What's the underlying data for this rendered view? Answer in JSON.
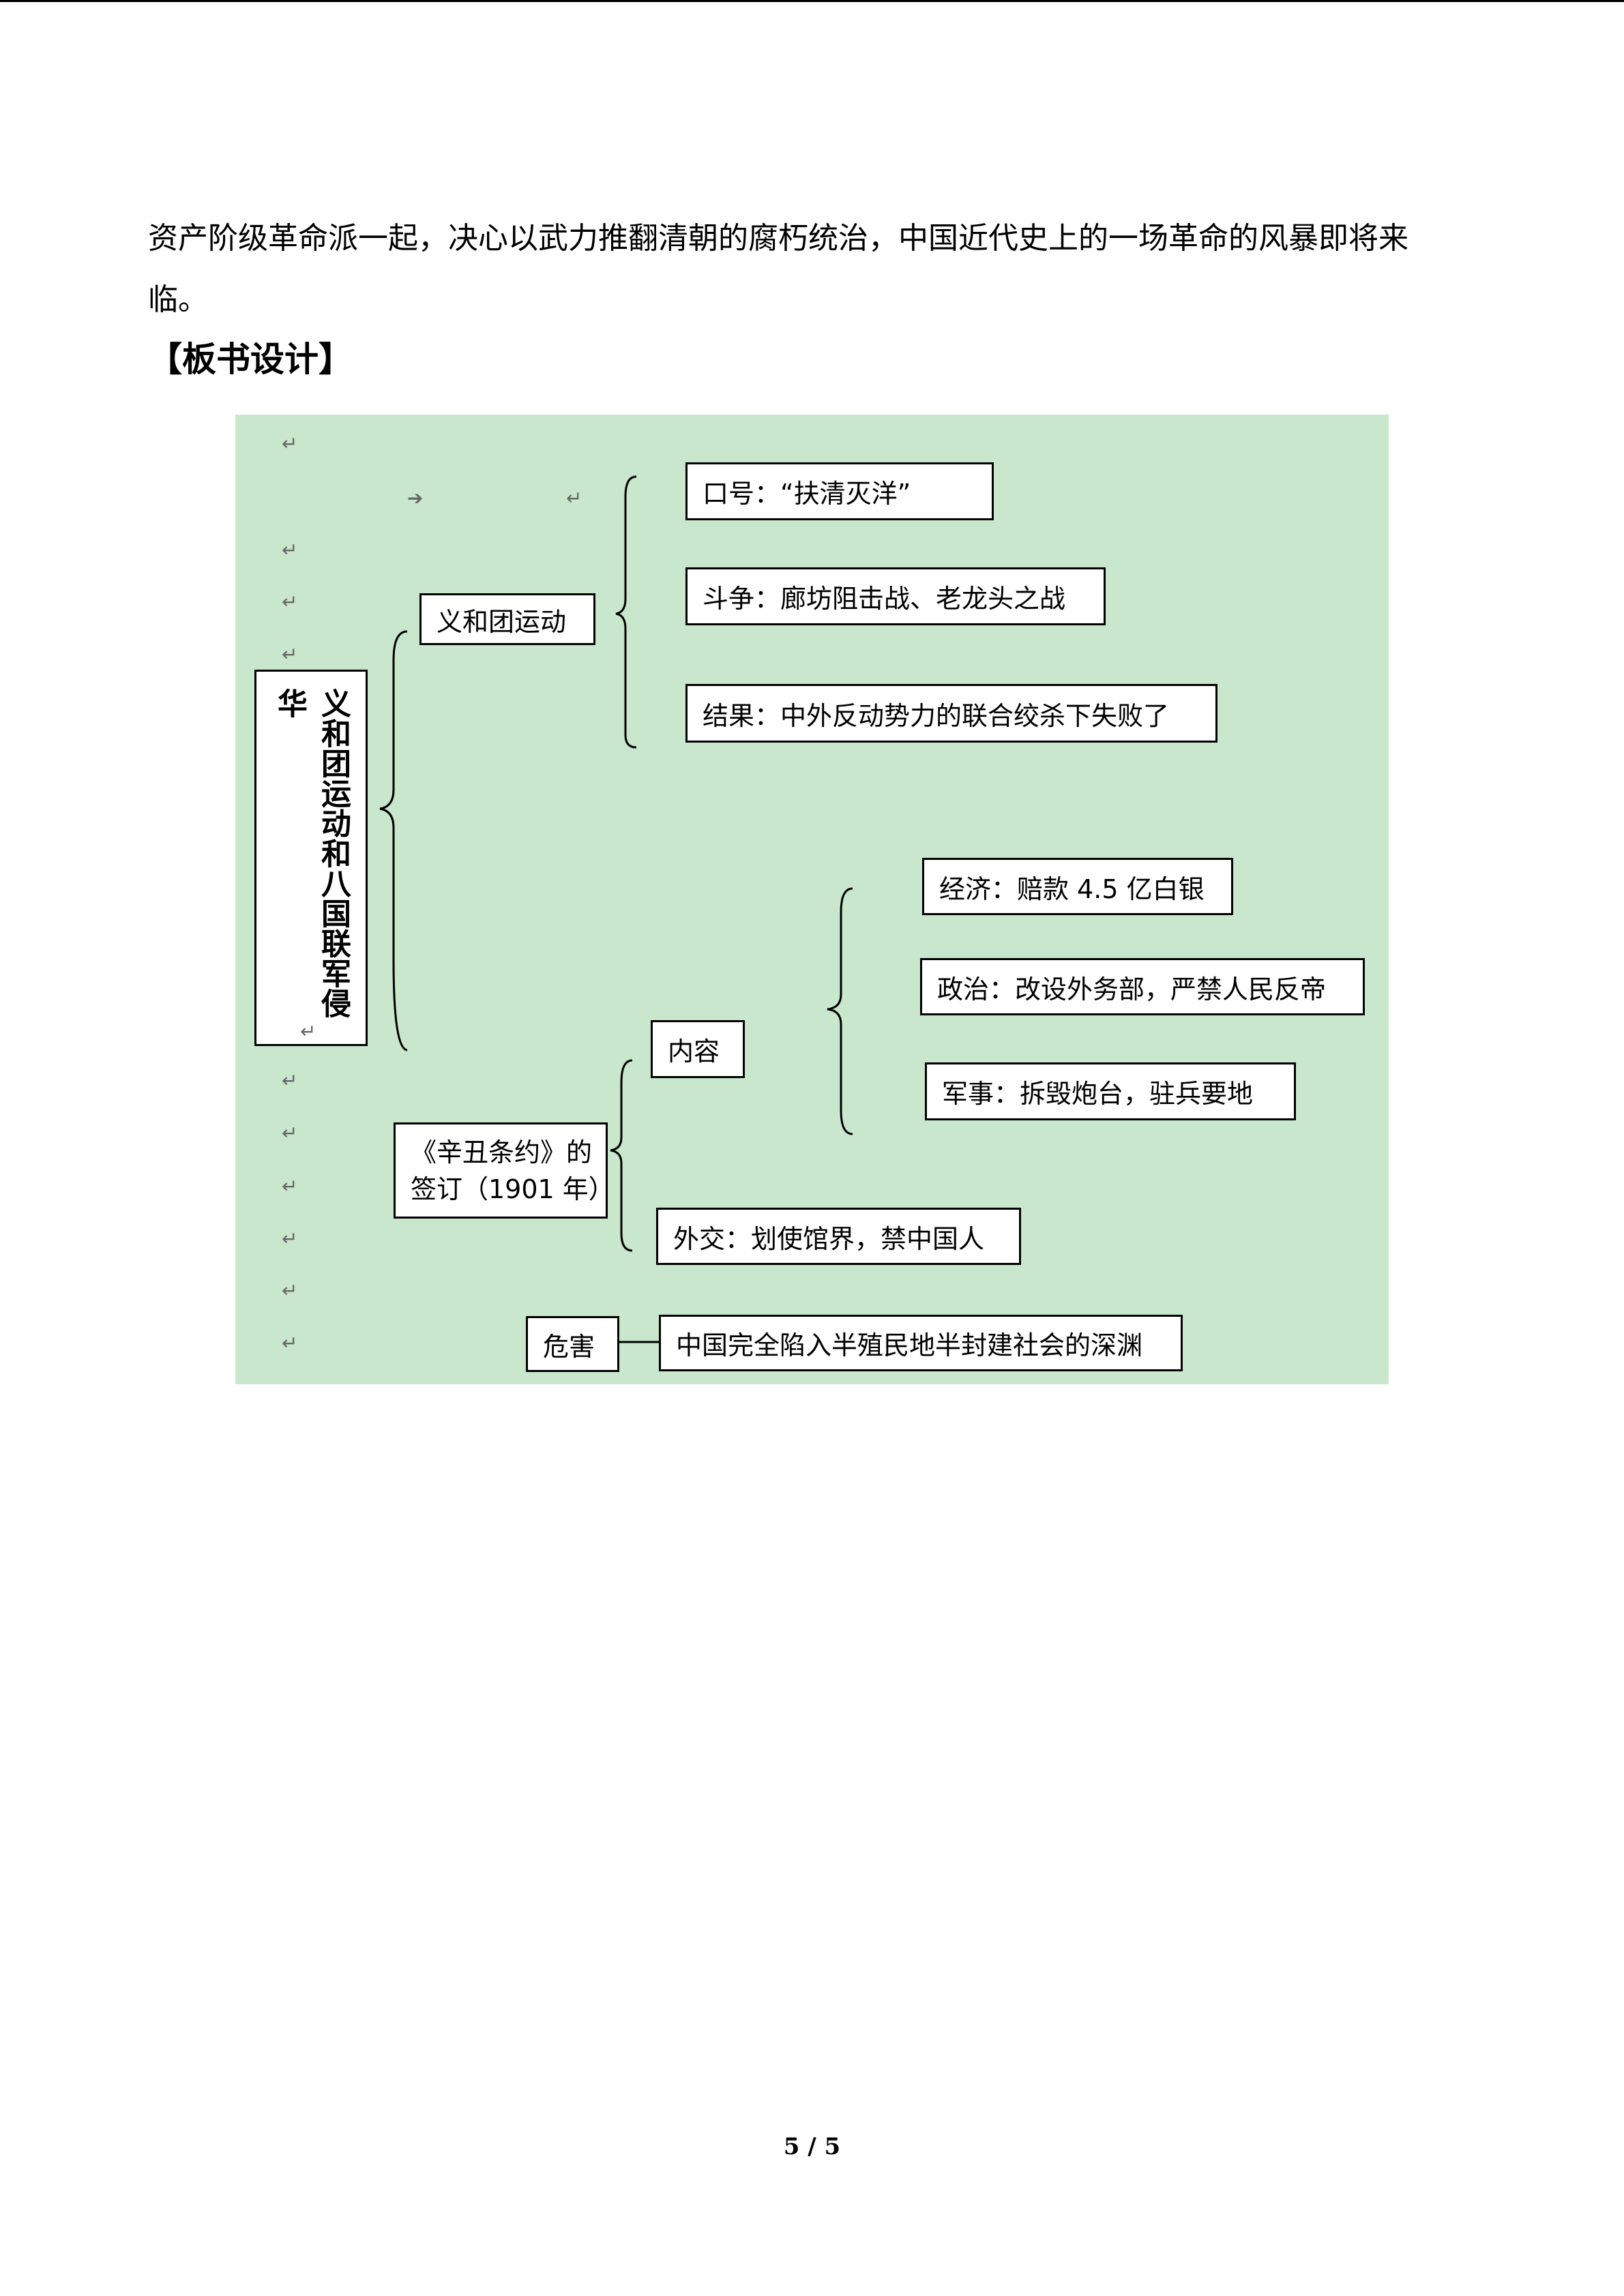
{
  "body_text": "资产阶级革命派一起，决心以武力推翻清朝的腐朽统治，中国近代史上的一场革命的风暴即将来临。",
  "section_heading": "【板书设计】",
  "diagram": {
    "root": "义和团运动和八国联军侵华",
    "branch_1": {
      "label": "义和团运动",
      "items": [
        "口号：“扶清灭洋”",
        "斗争：廊坊阻击战、老龙头之战",
        "结果：中外反动势力的联合绞杀下失败了"
      ]
    },
    "branch_2": {
      "label": "《辛丑条约》的签订（1901年）",
      "label_line1": "《辛丑条约》的",
      "label_line2": "签订（1901 年）",
      "content": {
        "label": "内容",
        "items": [
          "经济：赔款 4.5 亿白银",
          "政治：改设外务部，严禁人民反帝",
          "军事：拆毁炮台，驻兵要地"
        ]
      },
      "diplomacy": "外交：划使馆界，禁中国人"
    },
    "harm": {
      "label": "危害",
      "text": "中国完全陷入半殖民地半封建社会的深渊"
    },
    "marks": {
      "return": "↵",
      "arrow": "➔"
    }
  },
  "page_number": "5 / 5"
}
